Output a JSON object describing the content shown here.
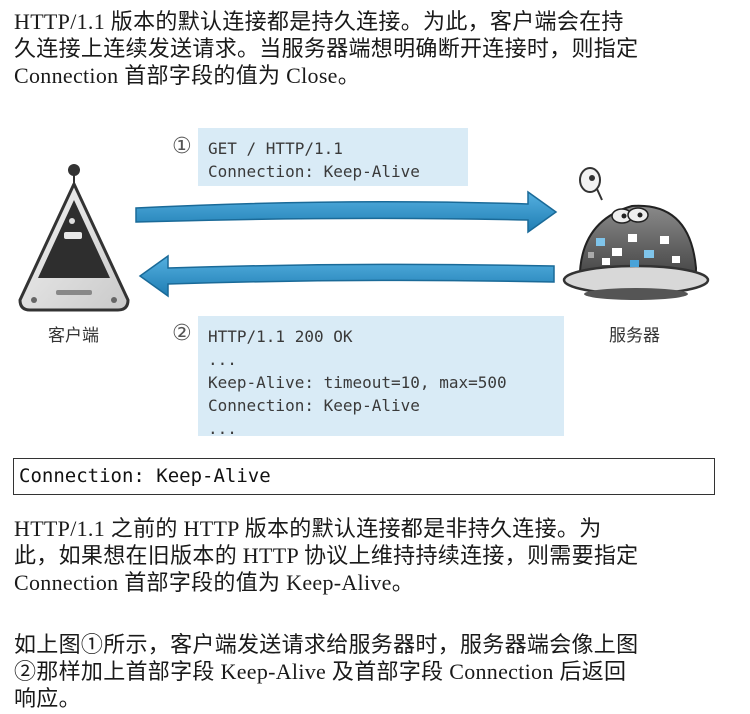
{
  "intro": {
    "lines": [
      "HTTP/1.1 版本的默认连接都是持久连接。为此，客户端会在持",
      "久连接上连续发送请求。当服务器端想明确断开连接时，则指定",
      "Connection 首部字段的值为 Close。"
    ]
  },
  "figure": {
    "request": {
      "number": "①",
      "lines": [
        "GET / HTTP/1.1",
        "Connection: Keep-Alive"
      ]
    },
    "response": {
      "number": "②",
      "lines": [
        "HTTP/1.1 200 OK",
        "...",
        "Keep-Alive: timeout=10, max=500",
        "Connection: Keep-Alive",
        "..."
      ]
    },
    "client_label": "客户端",
    "server_label": "服务器",
    "colors": {
      "arrow": "#2c8fc5",
      "box": "#d9ebf6"
    }
  },
  "header_example": "Connection: Keep-Alive",
  "para2": {
    "lines": [
      "HTTP/1.1 之前的 HTTP 版本的默认连接都是非持久连接。为",
      "此，如果想在旧版本的 HTTP 协议上维持持续连接，则需要指定",
      "Connection 首部字段的值为 Keep-Alive。"
    ]
  },
  "para3": {
    "lines": [
      "如上图①所示，客户端发送请求给服务器时，服务器端会像上图",
      "②那样加上首部字段 Keep-Alive 及首部字段 Connection 后返回",
      "响应。"
    ]
  }
}
